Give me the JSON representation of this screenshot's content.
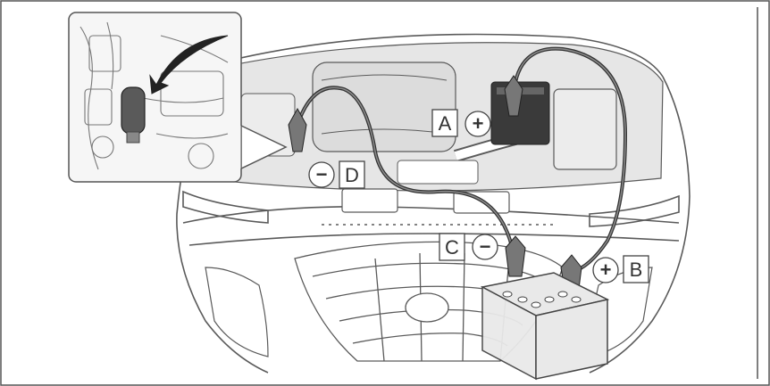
{
  "labels": {
    "a": {
      "letter": "A",
      "sign": "+"
    },
    "b": {
      "letter": "B",
      "sign": "+"
    },
    "c": {
      "letter": "C",
      "sign": "−"
    },
    "d": {
      "letter": "D",
      "sign": "−"
    }
  },
  "colors": {
    "line": "#5a5a5a",
    "car_fill": "#f4f4f4",
    "engine_fill": "#e6e6e6",
    "cable": "#444444",
    "cable_highlight": "#8c8c8c",
    "battery_fill": "#e9e9e9",
    "remote_battery": "#3a3a3a",
    "clamp": "#777777",
    "callout_arrow": "#222222",
    "terminal_cap": "#5a5a5a",
    "label_box": "#ffffff"
  }
}
